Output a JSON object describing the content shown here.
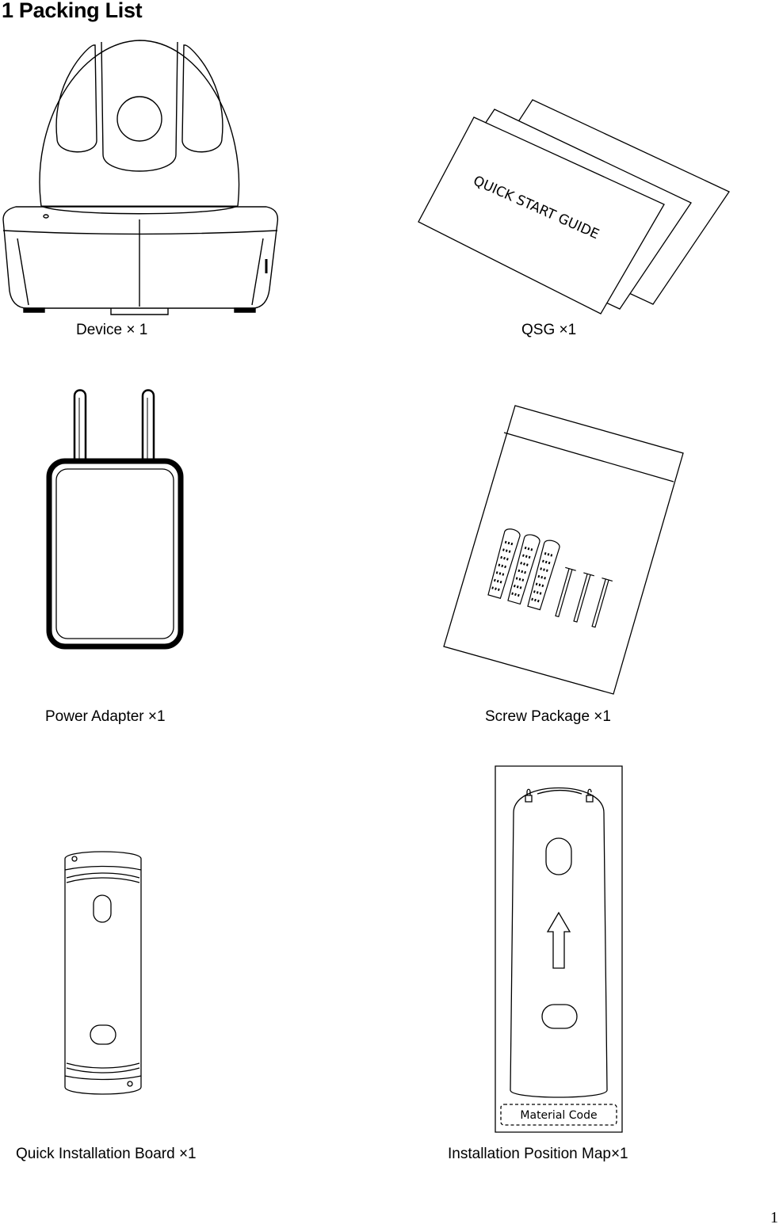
{
  "section_title": "1  Packing List",
  "page_number": "1",
  "items": [
    {
      "label": "Device × 1",
      "icon": "camera-device-icon"
    },
    {
      "label": "QSG ×1",
      "icon": "quick-start-guide-icon",
      "graphic_text": "QUICK START GUIDE"
    },
    {
      "label": "Power Adapter ×1",
      "icon": "power-adapter-icon"
    },
    {
      "label": "Screw Package ×1",
      "icon": "screw-package-icon"
    },
    {
      "label": "Quick Installation Board ×1",
      "icon": "installation-board-icon"
    },
    {
      "label": "Installation Position Map×1",
      "icon": "position-map-icon",
      "graphic_text": "Material Code"
    }
  ]
}
